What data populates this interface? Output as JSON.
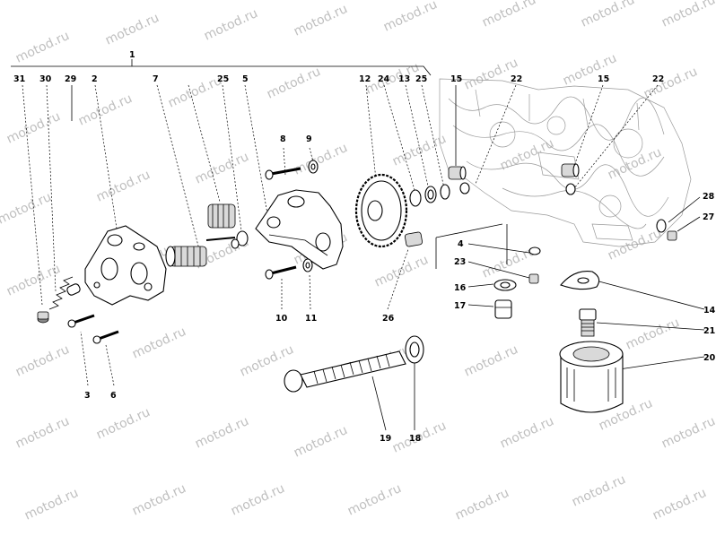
{
  "watermark": "motod.ru",
  "callouts": {
    "n1": "1",
    "n31": "31",
    "n30": "30",
    "n29": "29",
    "n2": "2",
    "n7": "7",
    "n25a": "25",
    "n5": "5",
    "n8": "8",
    "n9": "9",
    "n12": "12",
    "n24": "24",
    "n13": "13",
    "n25b": "25",
    "n15a": "15",
    "n22a": "22",
    "n15b": "15",
    "n22b": "22",
    "n28": "28",
    "n27": "27",
    "n4": "4",
    "n23": "23",
    "n16": "16",
    "n17": "17",
    "n14": "14",
    "n21": "21",
    "n20": "20",
    "n10": "10",
    "n11": "11",
    "n26": "26",
    "n3": "3",
    "n6": "6",
    "n19": "19",
    "n18": "18"
  }
}
